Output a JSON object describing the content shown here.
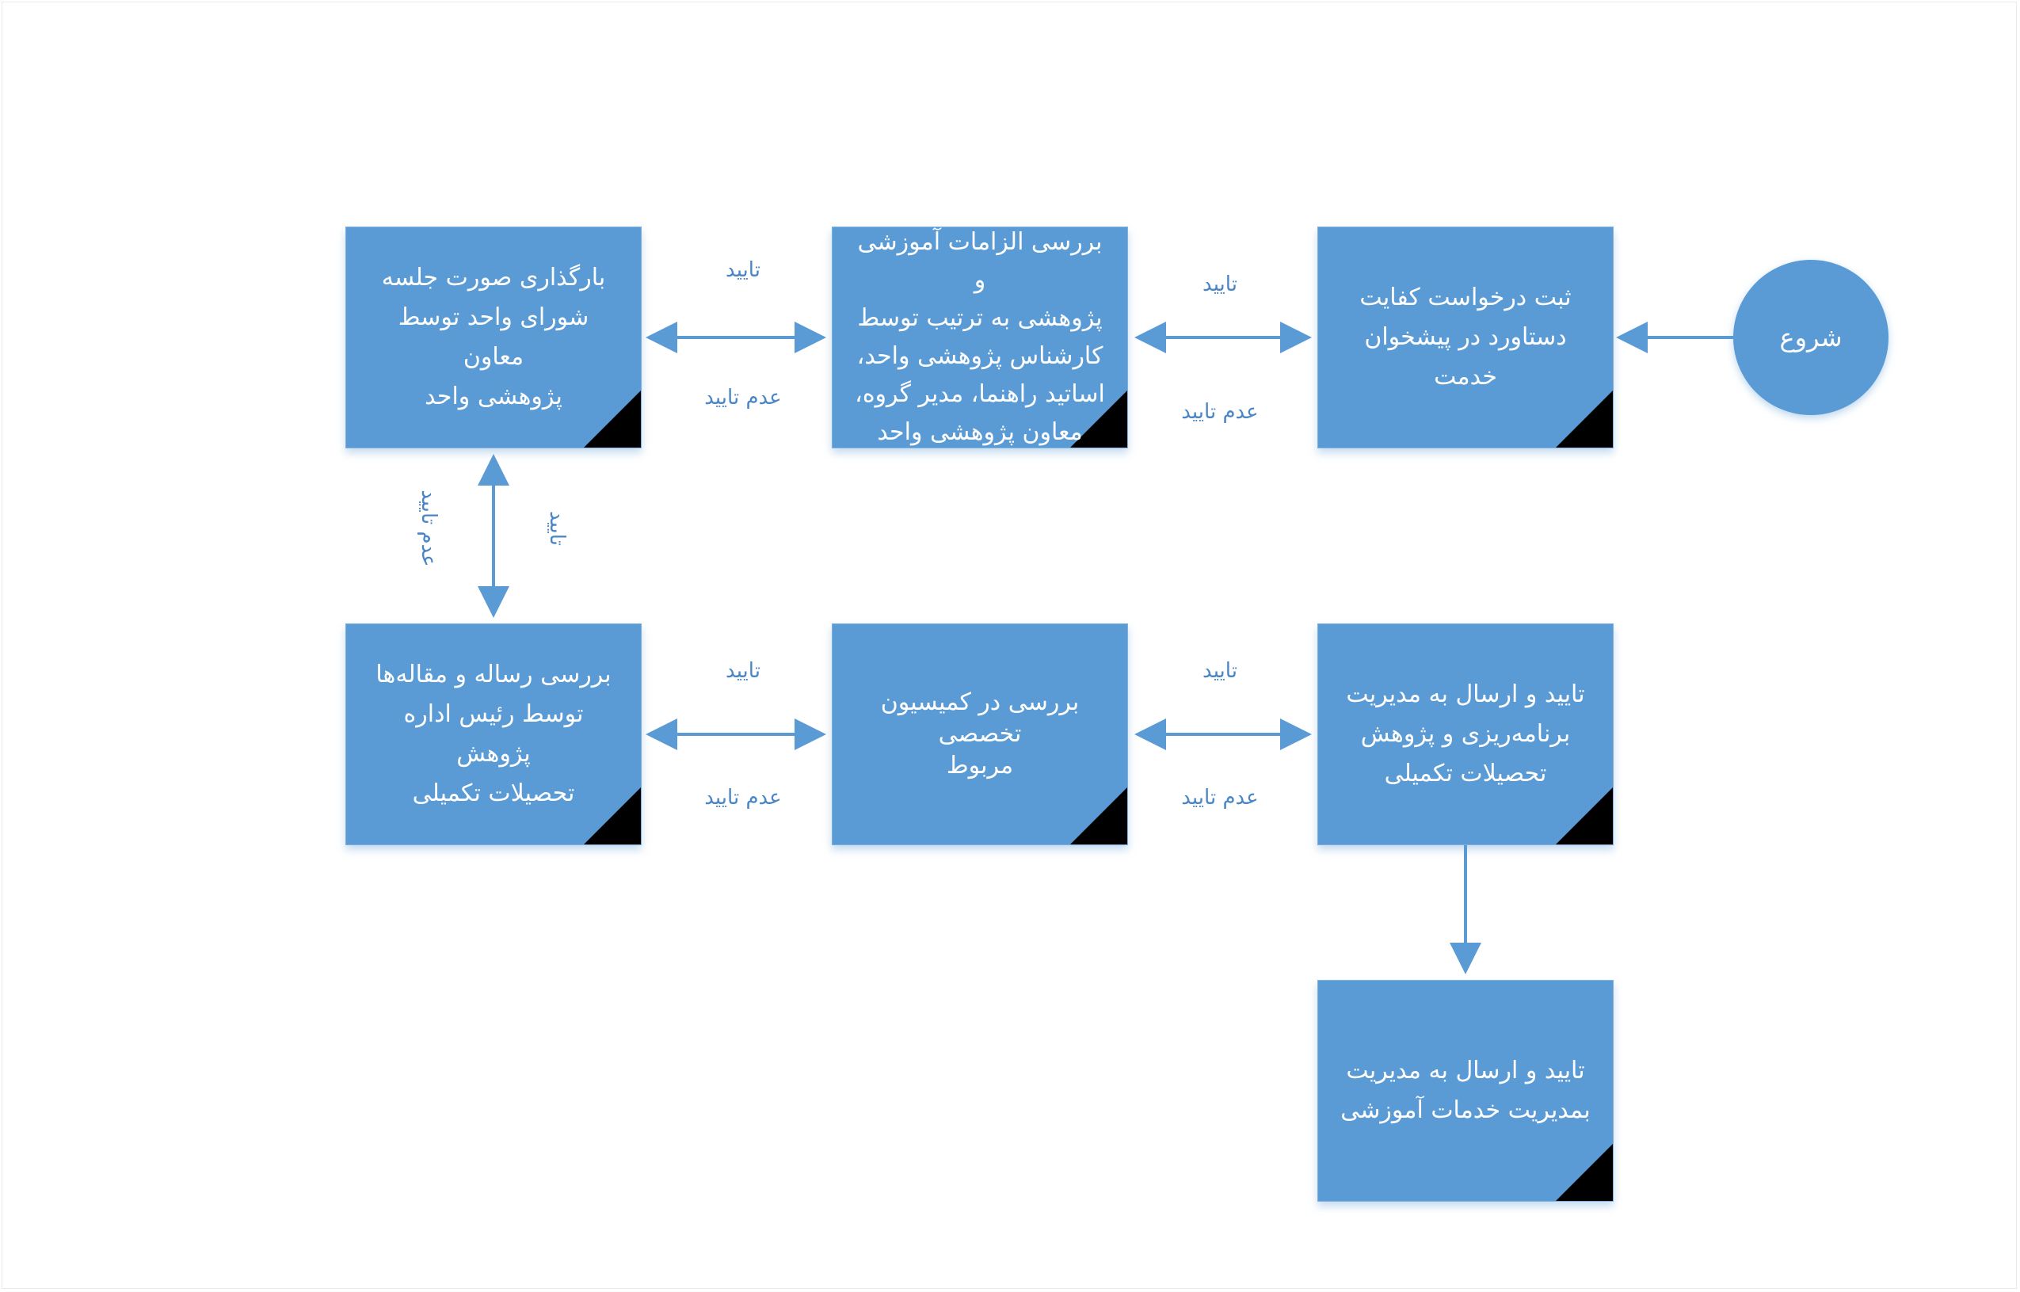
{
  "start": {
    "label": "شروع"
  },
  "boxes": {
    "register": "ثبت درخواست کفایت\nدستاورد در پیشخوان\nخدمت",
    "review_requirements": "بررسی الزامات آموزشی و\nپژوهشی به ترتیب توسط\nکارشناس پژوهشی واحد،\nاساتید راهنما، مدیر گروه،\nمعاون پژوهشی واحد",
    "upload_minutes": "بارگذاری صورت جلسه\nشورای واحد توسط معاون\nپژوهشی واحد",
    "review_thesis": "بررسی رساله و مقاله‌ها\nتوسط رئیس اداره پژوهش\nتحصیلات تکمیلی",
    "committee_review": "بررسی در کمیسیون تخصصی\nمربوط",
    "approve_send_planning": "تایید و ارسال به مدیریت\nبرنامه‌ریزی و پژوهش\nتحصیلات تکمیلی",
    "approve_send_education": "تایید و ارسال به مدیریت\nبمدیریت خدمات آموزشی"
  },
  "edge_labels": {
    "approve": "تایید",
    "reject": "عدم تایید"
  },
  "colors": {
    "box": "#5b9bd5",
    "arrow": "#5b9bd5",
    "label": "#4a86c5"
  }
}
